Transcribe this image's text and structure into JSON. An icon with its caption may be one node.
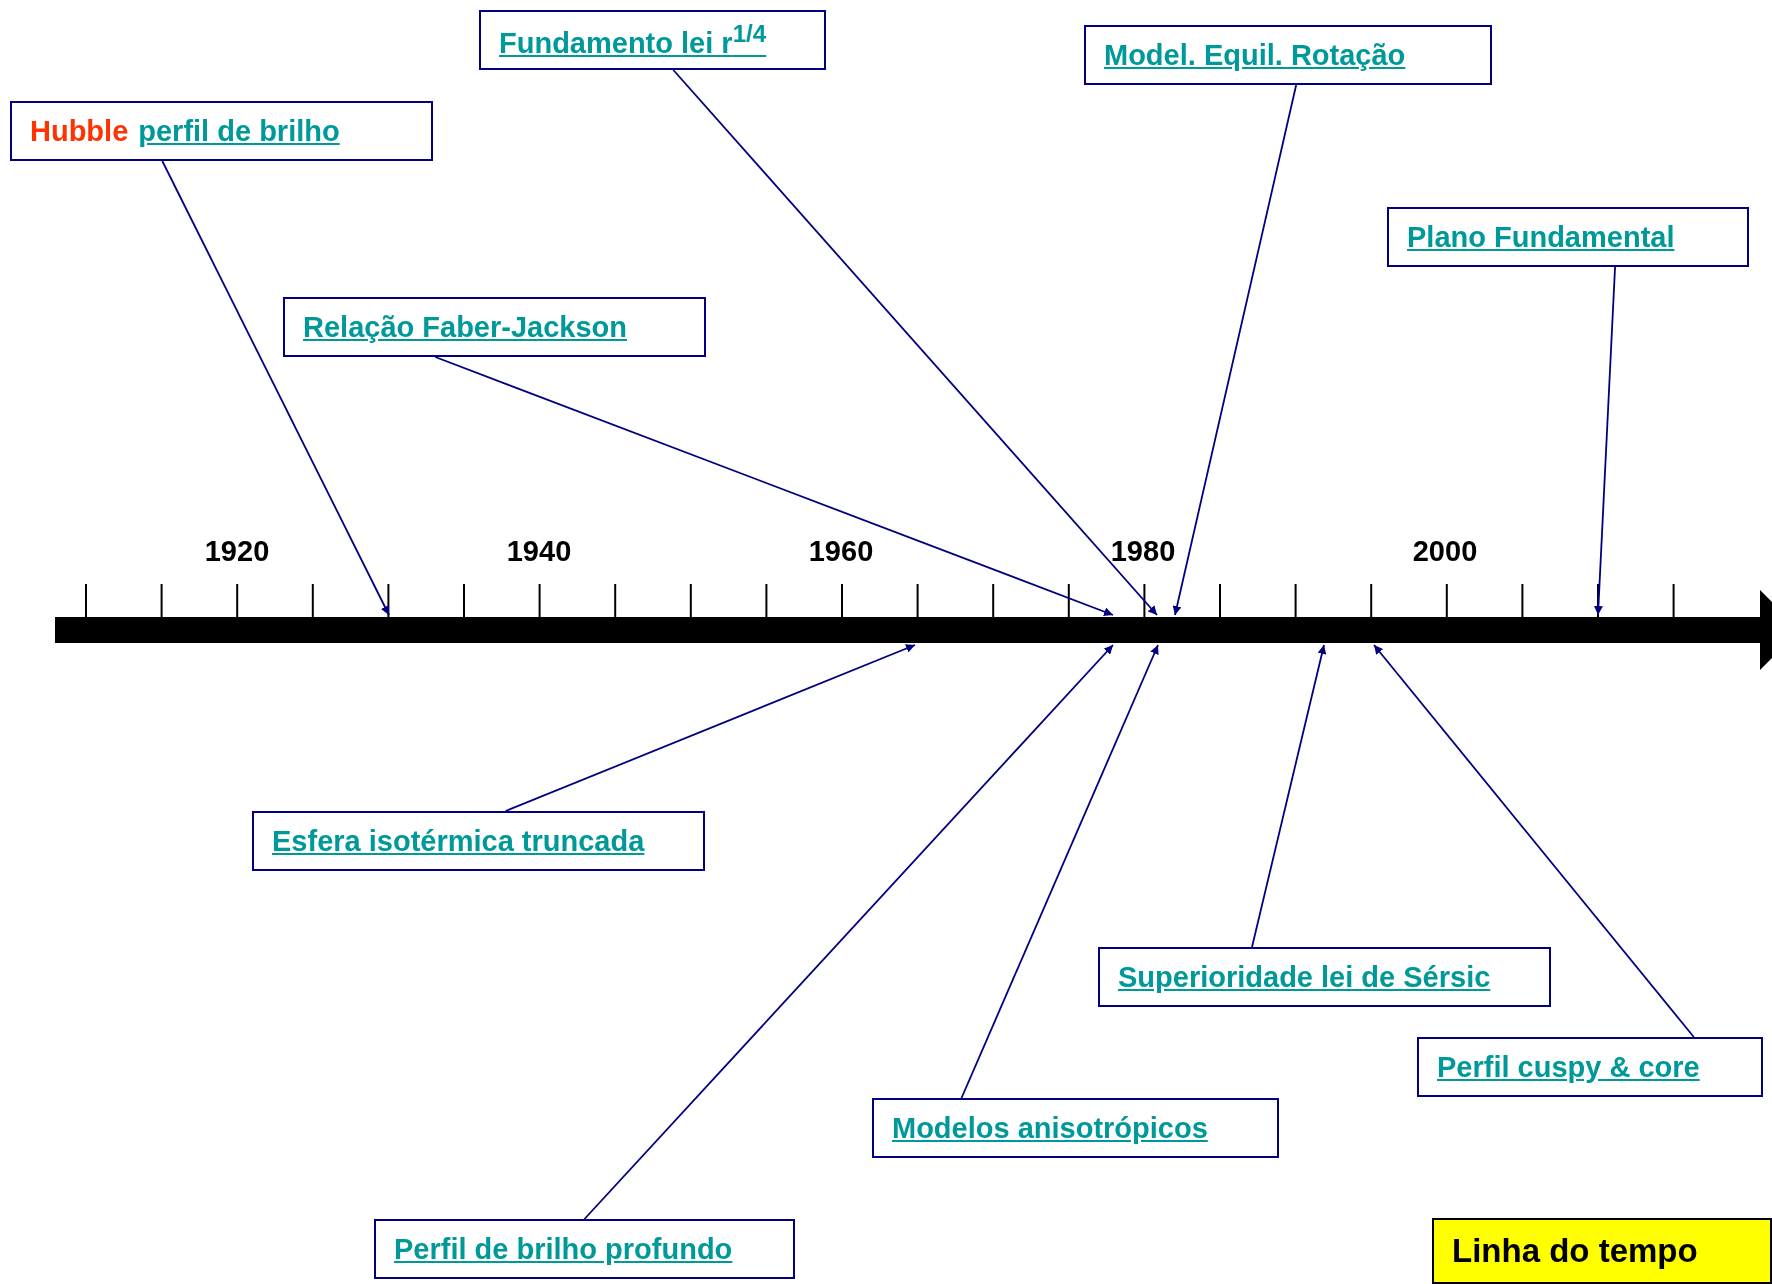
{
  "diagram": {
    "nodes": [
      {
        "text": [
          "Hubble",
          "perfil de brilho"
        ]
      },
      {
        "text": [
          "Fundamento lei  r$^{1/4}$"
        ]
      },
      {
        "text": [
          "Model. Equil. Rotação"
        ]
      },
      {
        "text": [
          "Relação Faber-Jackson"
        ]
      },
      {
        "text": [
          "Plano Fundamental"
        ]
      },
      {
        "text": [
          "Esfera isotérmica truncada"
        ]
      },
      {
        "text": [
          "Superioridade lei de Sérsic"
        ]
      },
      {
        "text": [
          "Perfil cuspy & core"
        ]
      },
      {
        "text": [
          "Modelos anisotrópicos"
        ]
      },
      {
        "text": [
          "Perfil de brilho profundo"
        ]
      },
      {
        "text": [
          "Linha do tempo"
        ]
      },
      {
        "text": [],
        "shape": "bar"
      }
    ],
    "edges": [
      {
        "from": 0,
        "to": 11,
        "arrow": "to"
      },
      {
        "from": 1,
        "to": 11,
        "arrow": "to"
      },
      {
        "from": 2,
        "to": 11,
        "arrow": "to"
      },
      {
        "from": 3,
        "to": 11,
        "arrow": "to"
      },
      {
        "from": 4,
        "to": 11,
        "arrow": "to"
      },
      {
        "from": 5,
        "to": 11,
        "arrow": "to"
      },
      {
        "from": 6,
        "to": 11,
        "arrow": "to"
      },
      {
        "from": 7,
        "to": 11,
        "arrow": "to"
      },
      {
        "from": 8,
        "to": 11,
        "arrow": "to"
      },
      {
        "from": 9,
        "to": 11,
        "arrow": "to"
      }
    ],
    "labels": [
      "1920",
      "1940",
      "1960",
      "1980",
      "2000"
    ]
  }
}
